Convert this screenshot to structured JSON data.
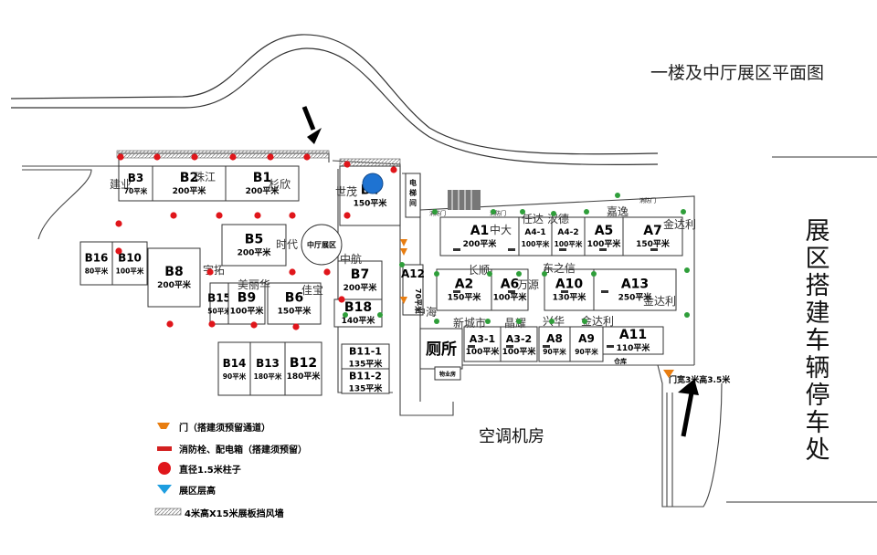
{
  "title": "一楼及中厅展区平面图",
  "parking": "展区搭建车辆停车处",
  "ac_room": "空调机房",
  "toilet": "厕所",
  "center_hall": "中厅展区",
  "elevator": "电梯间",
  "gate_note": "门宽3米高3.5米",
  "small_labels": {
    "warehouse": "仓库",
    "store": "物业房",
    "door1": "消防门",
    "door2": "消防门",
    "door3": "消防门"
  },
  "booths": [
    {
      "code": "B3",
      "area": "70平米"
    },
    {
      "code": "B2",
      "area": "200平米"
    },
    {
      "code": "B1",
      "area": "200平米"
    },
    {
      "code": "B4",
      "area": "150平米"
    },
    {
      "code": "B5",
      "area": "200平米"
    },
    {
      "code": "B16",
      "area": "80平米"
    },
    {
      "code": "B10",
      "area": "100平米"
    },
    {
      "code": "B8",
      "area": "200平米"
    },
    {
      "code": "B15",
      "area": "50平米"
    },
    {
      "code": "B9",
      "area": "100平米"
    },
    {
      "code": "B6",
      "area": "150平米"
    },
    {
      "code": "B7",
      "area": "200平米"
    },
    {
      "code": "B18",
      "area": "140平米"
    },
    {
      "code": "B14",
      "area": "90平米"
    },
    {
      "code": "B13",
      "area": "180平米"
    },
    {
      "code": "B12",
      "area": "180平米"
    },
    {
      "code": "B11-1",
      "area": "135平米"
    },
    {
      "code": "B11-2",
      "area": "135平米"
    },
    {
      "code": "A12",
      "area": "70平米"
    },
    {
      "code": "A1",
      "area": "200平米"
    },
    {
      "code": "A4-1",
      "area": "100平米"
    },
    {
      "code": "A4-2",
      "area": "100平米"
    },
    {
      "code": "A5",
      "area": "100平米"
    },
    {
      "code": "A7",
      "area": "150平米"
    },
    {
      "code": "A2",
      "area": "150平米"
    },
    {
      "code": "A6",
      "area": "100平米"
    },
    {
      "code": "A10",
      "area": "130平米"
    },
    {
      "code": "A13",
      "area": "250平米"
    },
    {
      "code": "A3-1",
      "area": "100平米"
    },
    {
      "code": "A3-2",
      "area": "100平米"
    },
    {
      "code": "A8",
      "area": "90平米"
    },
    {
      "code": "A9",
      "area": "90平米"
    },
    {
      "code": "A11",
      "area": "110平米"
    }
  ],
  "vendors": [
    "建业",
    "珠江",
    "杉欣",
    "世茂",
    "时代",
    "中航",
    "宇拓",
    "美丽华",
    "佳宝",
    "中大",
    "任达",
    "汉德",
    "嘉逸",
    "金达利",
    "长顺",
    "东之信",
    "万源",
    "中海",
    "新城市",
    "晶耀",
    "兴华",
    "金达利",
    "金达利"
  ],
  "legend": [
    {
      "icon": "door-icon",
      "text": "门（搭建须预留通道）"
    },
    {
      "icon": "hydrant-icon",
      "text": "消防栓、配电箱（搭建须预留）"
    },
    {
      "icon": "pillar-icon",
      "text": "直径1.5米柱子"
    },
    {
      "icon": "height-icon",
      "text": "展区层高"
    },
    {
      "icon": "wall-icon",
      "text": "4米高X15米展板挡风墙"
    }
  ],
  "colors": {
    "pillar": "#e0161b",
    "hydrant": "#d32020",
    "column": "#1e73d2",
    "door": "#e87d10",
    "green_post": "#2f9e3a"
  }
}
